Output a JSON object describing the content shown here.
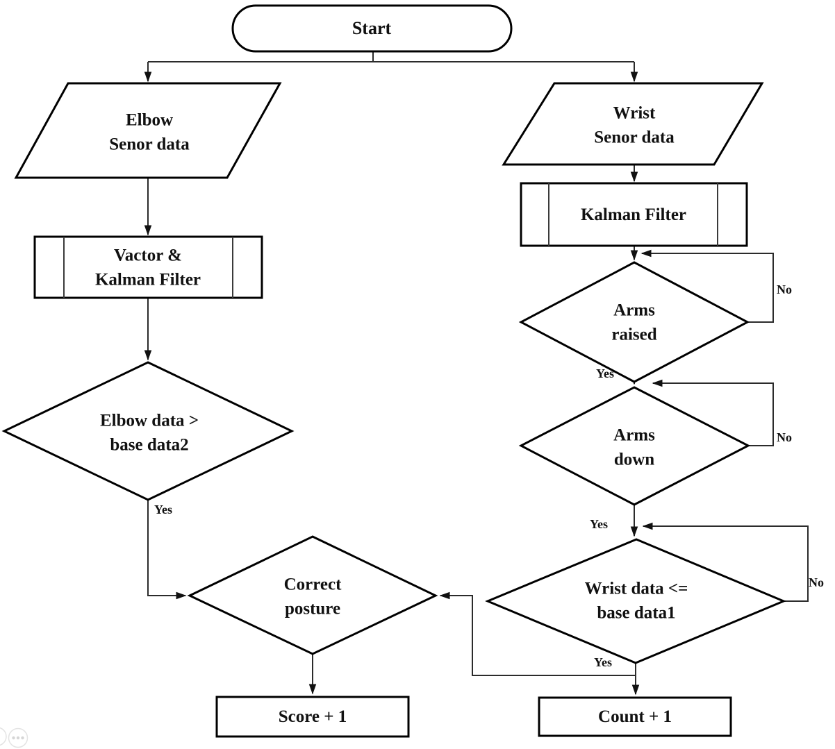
{
  "flowchart": {
    "nodes": {
      "start": "Start",
      "elbow_input": "Elbow\nSenor data",
      "wrist_input": "Wrist\nSenor data",
      "vector_kalman": "Vactor &\nKalman Filter",
      "kalman": "Kalman Filter",
      "elbow_decision": "Elbow data >\nbase data2",
      "arms_raised": "Arms\nraised",
      "arms_down": "Arms\ndown",
      "wrist_decision": "Wrist data <=\nbase data1",
      "correct_posture": "Correct\nposture",
      "score": "Score + 1",
      "count": "Count + 1"
    },
    "edges": {
      "elbow_yes": "Yes",
      "arms_raised_yes": "Yes",
      "arms_raised_no": "No",
      "arms_down_yes": "Yes",
      "arms_down_no": "No",
      "wrist_yes": "Yes",
      "wrist_no": "No"
    },
    "colors": {
      "shape_outline": "#000000",
      "connector": "#2b2b2b",
      "text": "#111111",
      "floating_button_outline": "#e3e3e3",
      "floating_button_dots": "#d6d6d6"
    },
    "icons": {
      "more_options": "ellipsis-icon"
    }
  }
}
